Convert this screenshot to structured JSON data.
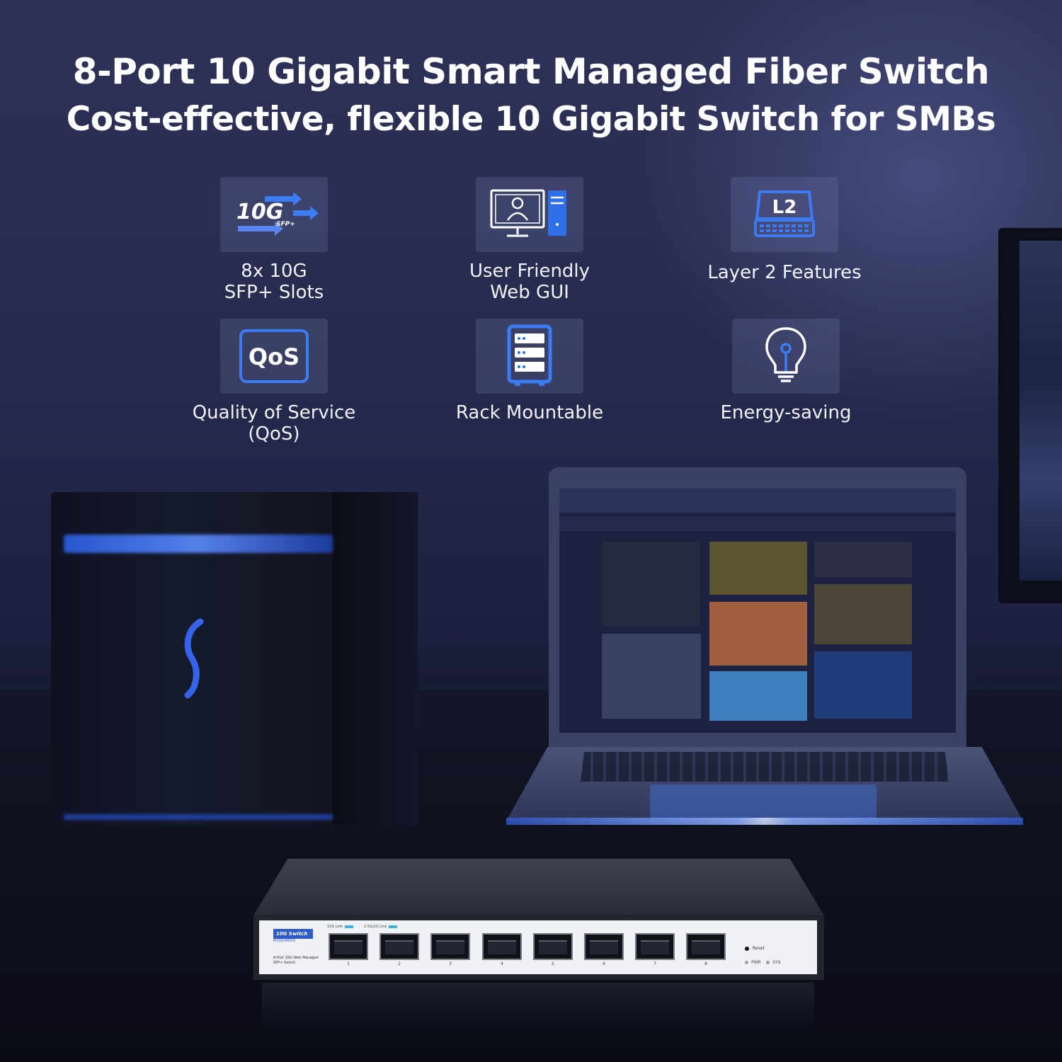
{
  "headline": {
    "title": "8-Port 10 Gigabit Smart Managed Fiber Switch",
    "subtitle": "Cost-effective, flexible 10 Gigabit Switch for SMBs"
  },
  "features": [
    {
      "label": "8x 10G\nSFP+ Slots",
      "icon": "10g-sfp-icon",
      "icon_text": "10G",
      "icon_subtext": "SFP+"
    },
    {
      "label": "User Friendly\nWeb GUI",
      "icon": "web-gui-icon"
    },
    {
      "label": "Layer 2 Features",
      "icon": "l2-switch-icon",
      "icon_text": "L2"
    },
    {
      "label": "Quality of Service\n(QoS)",
      "icon": "qos-icon",
      "icon_text": "QoS"
    },
    {
      "label": "Rack Mountable",
      "icon": "rack-icon"
    },
    {
      "label": "Energy-saving",
      "icon": "lightbulb-icon"
    }
  ],
  "switch": {
    "brand_label": "10G Switch",
    "model": "M10G080GS",
    "description": "8-Port 10G Web Managed SFP+ Switch",
    "led_10g": "10G Link",
    "led_25g": "2.5G/1G Link",
    "ports": [
      "1",
      "2",
      "3",
      "4",
      "5",
      "6",
      "7",
      "8"
    ],
    "reset_label": "Reset",
    "pwr_label": "PWR",
    "sys_label": "SYS"
  },
  "colors": {
    "accent": "#3b7cf5",
    "icon_blue": "#2f6fe8",
    "background": "#24284a"
  }
}
